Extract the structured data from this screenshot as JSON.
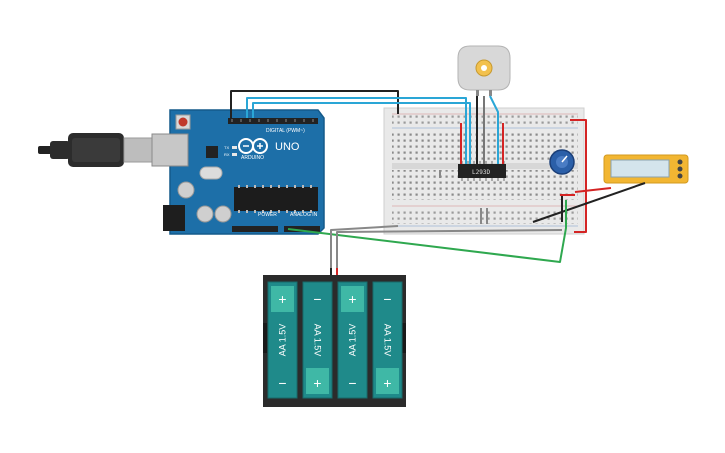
{
  "arduino": {
    "brand": "ARDUINO",
    "model": "UNO",
    "header_digital": "DIGITAL (PWM~)",
    "header_power": "POWER",
    "header_analog": "ANALOG IN",
    "led_tx": "TX",
    "led_rx": "RX"
  },
  "ic": {
    "label": "L293D"
  },
  "battery": {
    "cells": [
      {
        "label": "AA 1.5V",
        "top": "+",
        "bottom": "−"
      },
      {
        "label": "AA 1.5V",
        "top": "−",
        "bottom": "+"
      },
      {
        "label": "AA 1.5V",
        "top": "+",
        "bottom": "−"
      },
      {
        "label": "AA 1.5V",
        "top": "−",
        "bottom": "+"
      }
    ]
  },
  "colors": {
    "arduino_board": "#1d6fa8",
    "breadboard": "#e9e9e9",
    "battery_case": "#2b2b2b",
    "battery_cell": "#1f8a8a",
    "meter": "#f2b632",
    "wire_red": "#d42424",
    "wire_black": "#222222",
    "wire_blue": "#2aa6d6",
    "wire_green": "#2fa84f",
    "wire_gray": "#888888",
    "pot": "#2b5fa8"
  }
}
